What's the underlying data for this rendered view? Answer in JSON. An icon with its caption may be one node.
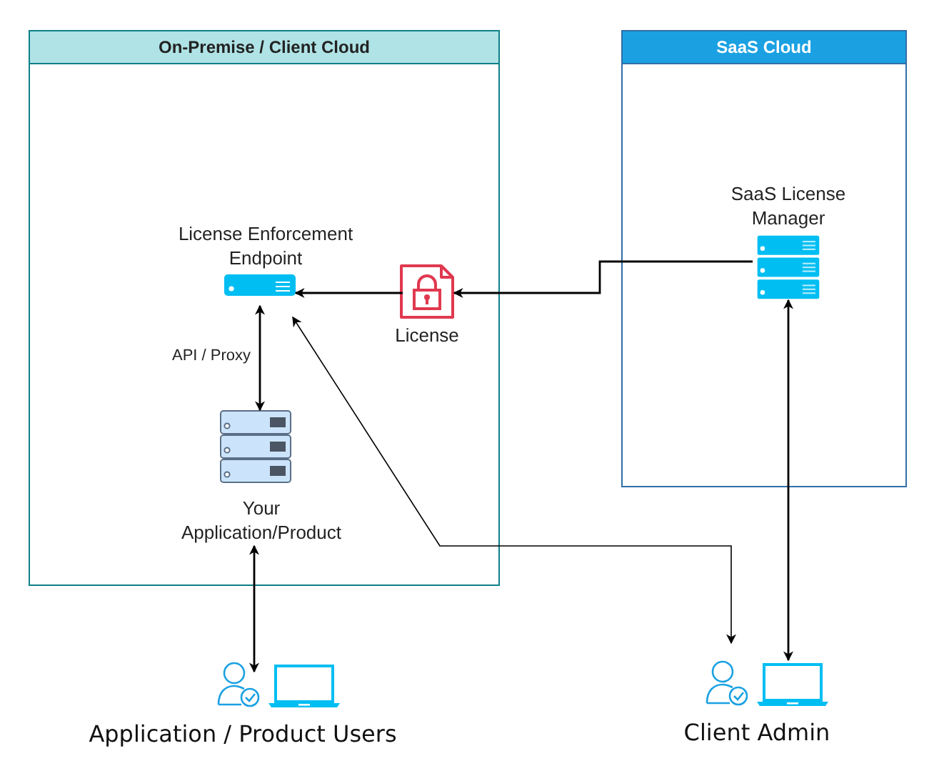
{
  "diagram": {
    "nodes": [
      {
        "text": [
          "On-Premise / Client Cloud"
        ]
      },
      {
        "text": [
          "License Enforcement Endpoint"
        ],
        "in": 0
      },
      {
        "text": [
          "License"
        ],
        "in": 0
      },
      {
        "text": [
          "Your Application/Product"
        ],
        "in": 0
      },
      {
        "text": [
          "SaaS Cloud"
        ]
      },
      {
        "text": [
          "SaaS License Manager"
        ],
        "in": 4
      },
      {
        "text": [
          "Application / Product Users"
        ]
      },
      {
        "text": [
          "Client Admin"
        ]
      }
    ],
    "edges": [
      {
        "from": 5,
        "to": 2,
        "arrow": "to"
      },
      {
        "from": 2,
        "to": 1,
        "arrow": "to"
      },
      {
        "from": 1,
        "to": 3,
        "arrow": "both",
        "label": "API / Proxy"
      },
      {
        "from": 3,
        "to": 6,
        "arrow": "both"
      },
      {
        "from": 1,
        "to": 7,
        "arrow": "both"
      },
      {
        "from": 7,
        "to": 5,
        "arrow": "both"
      }
    ]
  }
}
